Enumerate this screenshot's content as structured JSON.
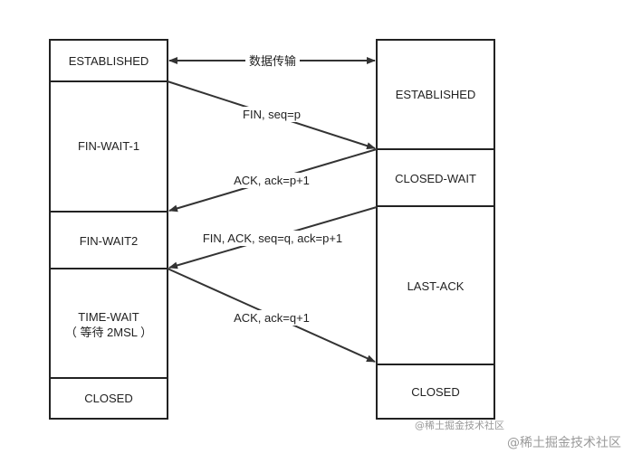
{
  "client_states": [
    {
      "label": "ESTABLISHED"
    },
    {
      "label": "FIN-WAIT-1"
    },
    {
      "label": "FIN-WAIT2"
    },
    {
      "label": "TIME-WAIT",
      "sublabel": "（ 等待 2MSL ）"
    },
    {
      "label": "CLOSED"
    }
  ],
  "server_states": [
    {
      "label": "ESTABLISHED"
    },
    {
      "label": "CLOSED-WAIT"
    },
    {
      "label": "LAST-ACK"
    },
    {
      "label": "CLOSED"
    }
  ],
  "messages": [
    {
      "label": "数据传输"
    },
    {
      "label": "FIN, seq=p"
    },
    {
      "label": "ACK, ack=p+1"
    },
    {
      "label": "FIN, ACK, seq=q, ack=p+1"
    },
    {
      "label": "ACK, ack=q+1"
    }
  ],
  "watermark": {
    "small": "@稀土掘金技术社区",
    "large": "@稀土掘金技术社区"
  }
}
